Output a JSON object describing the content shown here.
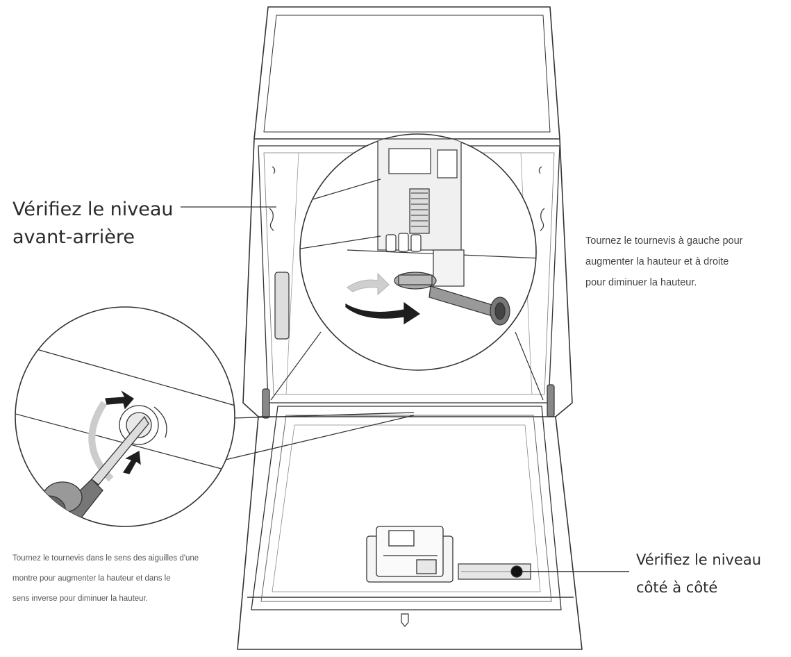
{
  "callouts": {
    "front_back": {
      "lines": [
        "Vérifiez le niveau",
        "avant-arrière"
      ]
    },
    "side_to_side": {
      "lines": [
        "Vérifiez le niveau",
        "côté à côté"
      ]
    },
    "screwdriver_instruction": {
      "lines": [
        "Tournez le tournevis à gauche pour",
        "augmenter la hauteur et à droite",
        "pour diminuer la hauteur."
      ]
    },
    "clockwise_instruction": {
      "lines": [
        "Tournez le tournevis dans le sens des aiguilles d'une",
        "montre pour augmenter la hauteur et dans le",
        "sens inverse pour diminuer la hauteur."
      ]
    }
  },
  "colors": {
    "outline": "#333333",
    "light_gray": "#c8c8c8",
    "dark_arrow": "#1e1e1e"
  }
}
